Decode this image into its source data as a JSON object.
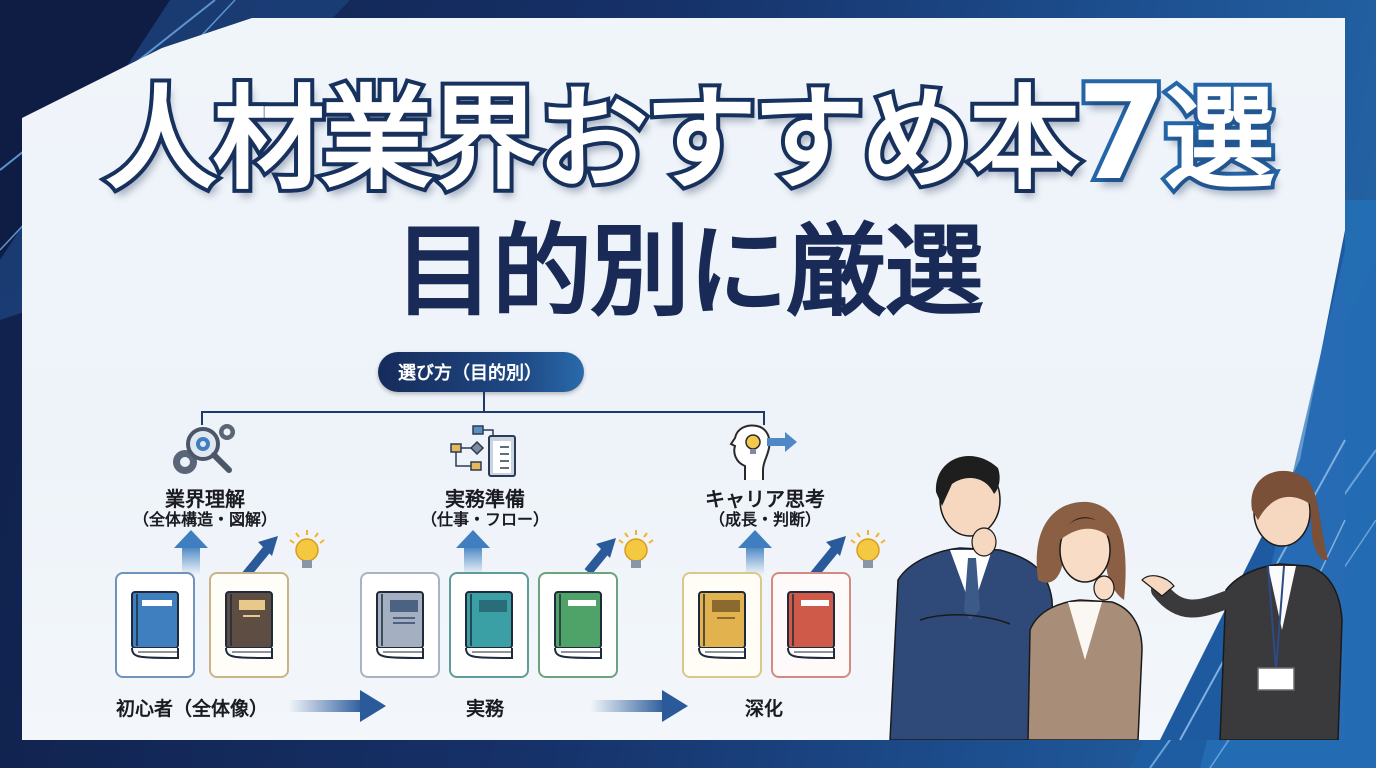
{
  "title": {
    "main_prefix": "人材業界おすすめ本",
    "number": "7",
    "suffix": "選",
    "subtitle": "目的別に厳選"
  },
  "selection_header": {
    "label": "選び方（目的別）"
  },
  "categories": [
    {
      "name": "業界理解",
      "detail": "（全体構造・図解）",
      "icon": "magnifier-gears-icon"
    },
    {
      "name": "実務準備",
      "detail": "（仕事・フロー）",
      "icon": "flowchart-clipboard-icon"
    },
    {
      "name": "キャリア思考",
      "detail": "（成長・判断）",
      "icon": "head-lightbulb-icon"
    }
  ],
  "books": [
    {
      "group": "業界理解",
      "color": "#3f7fc0",
      "border": "#6f93b9"
    },
    {
      "group": "業界理解",
      "color": "#5e4d42",
      "border": "#c9b488"
    },
    {
      "group": "実務準備",
      "color": "#a4b0c2",
      "border": "#a9b3c2"
    },
    {
      "group": "実務準備",
      "color": "#3aa0a6",
      "border": "#5f9b9b"
    },
    {
      "group": "実務準備",
      "color": "#4fa268",
      "border": "#6da27d"
    },
    {
      "group": "キャリア思考",
      "color": "#e2b24e",
      "border": "#d8c88c"
    },
    {
      "group": "キャリア思考",
      "color": "#cf5a4a",
      "border": "#d48a82"
    }
  ],
  "stages": [
    {
      "label": "初心者（全体像）"
    },
    {
      "label": "実務"
    },
    {
      "label": "深化"
    }
  ],
  "illustration": {
    "people": [
      "thinking-man-navy-suit",
      "thinking-woman-beige-suit",
      "presenting-woman-dark-suit"
    ]
  },
  "colors": {
    "navy": "#17325f",
    "accent_blue": "#2466a8",
    "panel_bg": "#f0f5fa",
    "text_dark": "#1a2a57"
  }
}
